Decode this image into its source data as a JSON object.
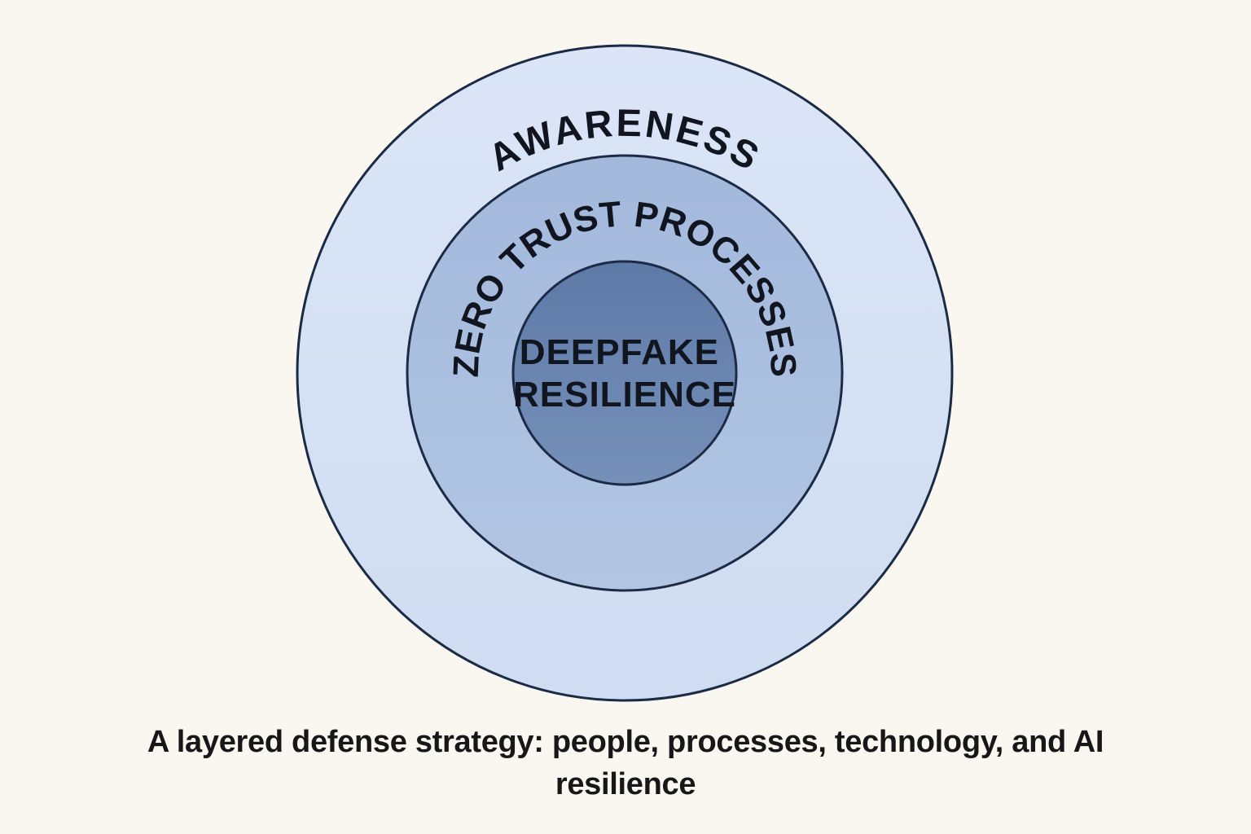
{
  "page": {
    "background_color": "#faf7f1"
  },
  "diagram": {
    "type": "concentric-layers",
    "stroke_color": "#1c2b45",
    "label_color": "#10151f",
    "layers": [
      {
        "label": "AWARENESS",
        "fill_top": "#dbe5f7",
        "fill_bottom": "#cfdcf1"
      },
      {
        "label": "ZERO TRUST PROCESSES",
        "fill_top": "#a3b9dc",
        "fill_bottom": "#b2c5e3"
      },
      {
        "label": "DEEPFAKE RESILIENCE",
        "label_line1": "DEEPFAKE",
        "label_line2": "RESILIENCE",
        "fill_top": "#5d7aa7",
        "fill_bottom": "#7690b9"
      }
    ]
  },
  "caption": {
    "full_text": "A layered defense strategy: people, processes, technology, and AI resilience",
    "line1": "A layered defense strategy: people, processes, technology, and AI",
    "line2": "resilience"
  }
}
